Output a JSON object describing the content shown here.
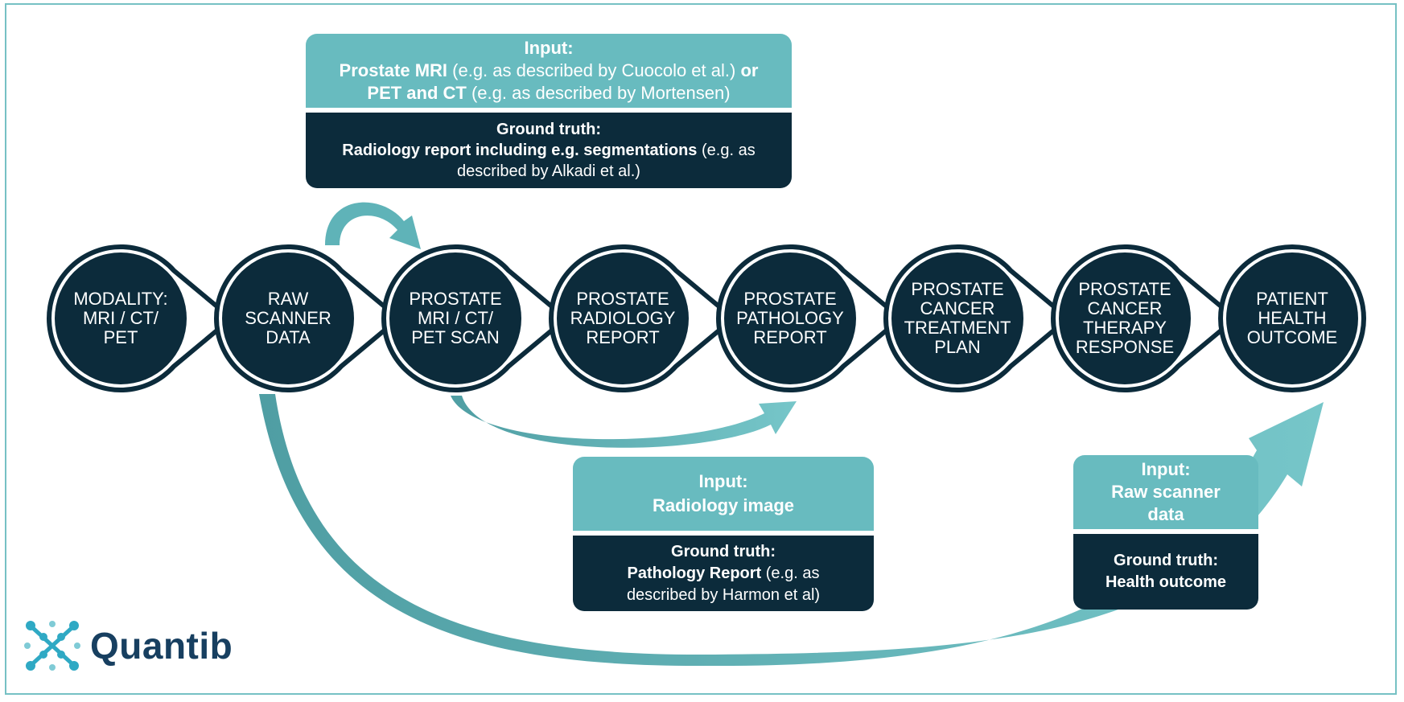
{
  "nodes": [
    {
      "label": "MODALITY:\nMRI / CT/\nPET"
    },
    {
      "label": "RAW\nSCANNER\nDATA"
    },
    {
      "label": "PROSTATE\nMRI / CT/\nPET SCAN"
    },
    {
      "label": "PROSTATE\nRADIOLOGY\nREPORT"
    },
    {
      "label": "PROSTATE\nPATHOLOGY\nREPORT"
    },
    {
      "label": "PROSTATE\nCANCER\nTREATMENT\nPLAN"
    },
    {
      "label": "PROSTATE\nCANCER\nTHERAPY\nRESPONSE"
    },
    {
      "label": "PATIENT\nHEALTH\nOUTCOME"
    }
  ],
  "box_top": {
    "input_heading": "Input:",
    "line1_bold": "Prostate MRI",
    "line1_normal": " (e.g. as described by Cuocolo et al.) ",
    "line1_or": "or",
    "line2_bold": "PET and CT",
    "line2_normal": " (e.g. as described by Mortensen)",
    "gt_heading": "Ground truth:",
    "gt_bold": "Radiology report including e.g. segmentations",
    "gt_normal": " (e.g. as described by Alkadi et al.)"
  },
  "box_mid": {
    "input_heading": "Input:",
    "input_text": "Radiology image",
    "gt_heading": "Ground truth:",
    "gt_bold": "Pathology Report",
    "gt_normal": " (e.g. as described by Harmon et al)"
  },
  "box_right": {
    "input_heading": "Input:",
    "input_text": "Raw scanner data",
    "gt_heading": "Ground truth:",
    "gt_text": "Health outcome"
  },
  "logo": {
    "text": "Quantib"
  },
  "colors": {
    "navy": "#0c2b3b",
    "teal": "#68bbbf",
    "frame": "#76c1c4",
    "logo_blue": "#173f60"
  }
}
